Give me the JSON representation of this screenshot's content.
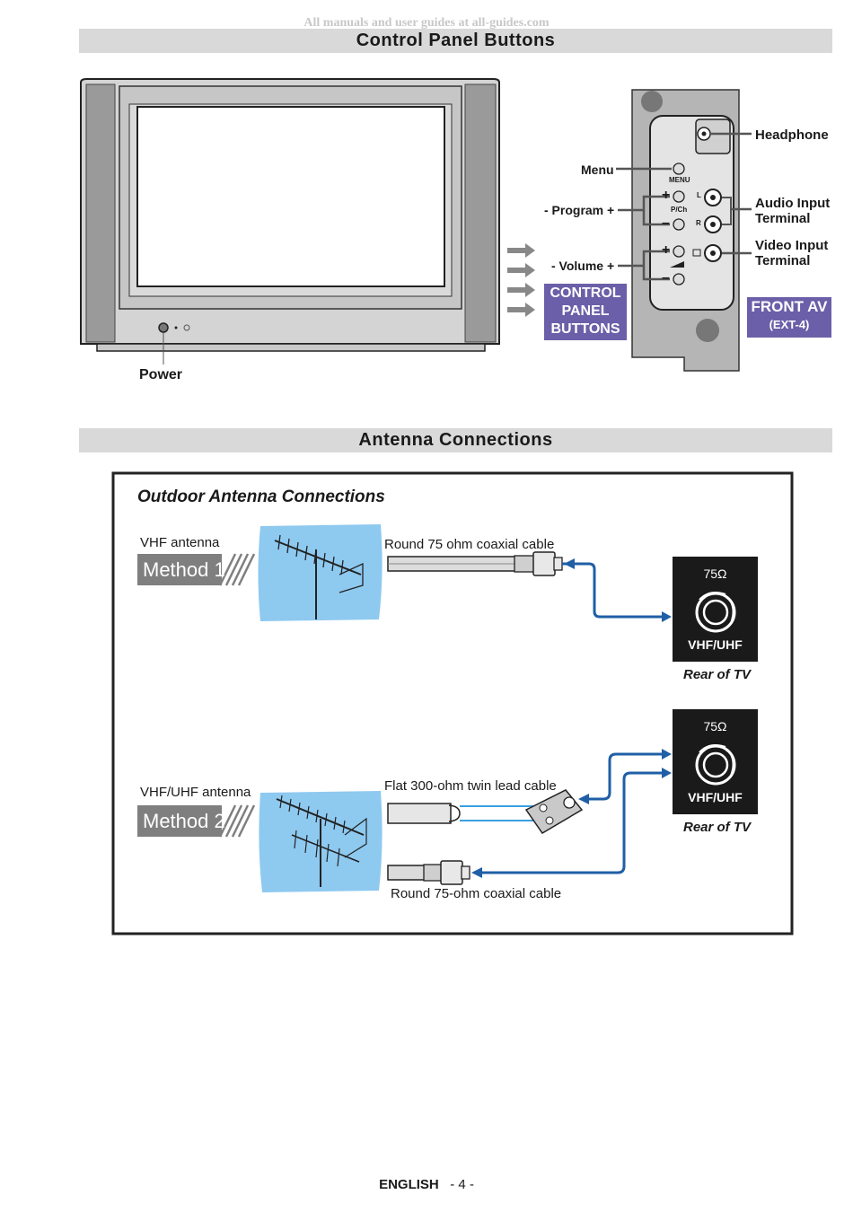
{
  "watermark": "All manuals and user guides at all-guides.com",
  "control_section": {
    "title": "Control Panel Buttons",
    "power_label": "Power",
    "menu_label": "Menu",
    "program_label": "- Program +",
    "volume_label": "- Volume +",
    "control_panel_badge": [
      "CONTROL",
      "PANEL",
      "BUTTONS"
    ],
    "panel_markings": {
      "menu": "MENU",
      "pch": "P/Ch",
      "left": "L",
      "right": "R",
      "plus": "+",
      "minus": "–"
    },
    "headphone_label": "Headphone",
    "audio_label": [
      "Audio Input",
      "Terminal"
    ],
    "video_label": [
      "Video Input",
      "Terminal"
    ],
    "front_av_title": "FRONT AV",
    "front_av_sub": "(EXT-4)"
  },
  "antenna_section": {
    "title": "Antenna Connections",
    "box_title": "Outdoor Antenna Connections",
    "method1": {
      "antenna_label": "VHF antenna",
      "method_label": "Method 1",
      "cable_label": "Round 75 ohm coaxial cable"
    },
    "method2": {
      "antenna_label": "VHF/UHF antenna",
      "method_label": "Method 2",
      "flat_cable_label": "Flat 300-ohm twin lead cable",
      "round_cable_label": "Round 75-ohm coaxial cable"
    },
    "rear_panel": {
      "impedance": "75Ω",
      "port": "VHF/UHF",
      "caption": "Rear of TV"
    }
  },
  "colors": {
    "badge": "#6a5fa8",
    "sky": "#8ec9f0",
    "arrow_blue": "#1f5fa6",
    "twin_lead": "#3aa0e0"
  },
  "footer": {
    "language": "ENGLISH",
    "page": "- 4 -"
  }
}
